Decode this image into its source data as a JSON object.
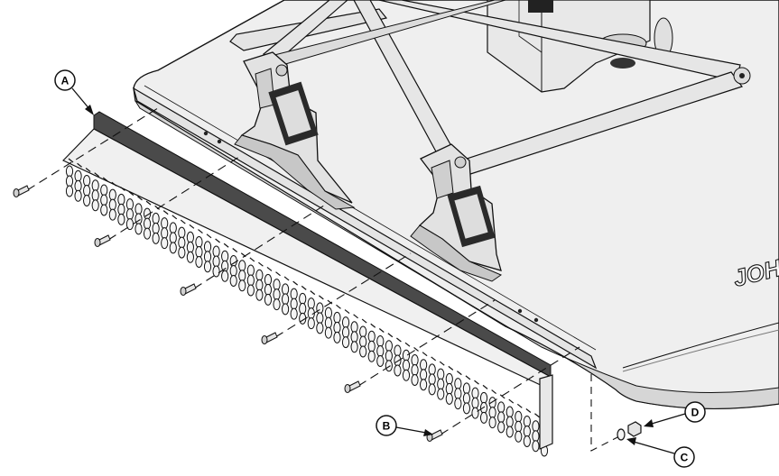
{
  "callouts": {
    "a": "A",
    "b": "B",
    "c": "C",
    "d": "D"
  },
  "brand_text": "JOH",
  "colors": {
    "deck_fill": "#eeeeee",
    "deck_edge": "#d4d4d4",
    "line": "#111111",
    "shade": "#8a8a8a",
    "dark": "#3a3a3a"
  }
}
